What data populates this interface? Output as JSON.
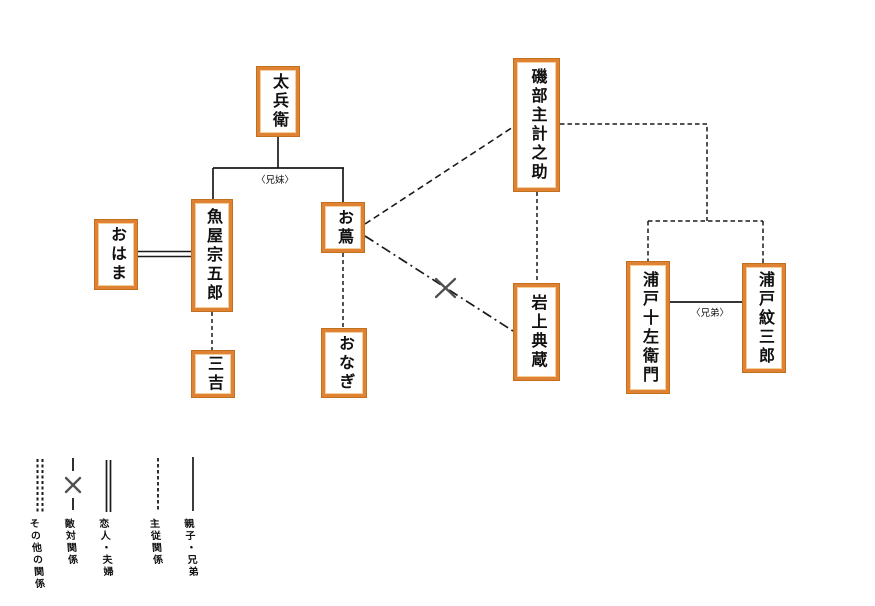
{
  "diagram": {
    "nodes": [
      {
        "name": "太兵衛"
      },
      {
        "name": "磯部主計之助"
      },
      {
        "name": "魚屋宗五郎"
      },
      {
        "name": "おはま"
      },
      {
        "name": "お蔦"
      },
      {
        "name": "三吉"
      },
      {
        "name": "おなぎ"
      },
      {
        "name": "岩上典蔵"
      },
      {
        "name": "浦戸十左衛門"
      },
      {
        "name": "浦戸紋三郎"
      }
    ],
    "edge_labels": [
      {
        "text": "〈兄妹〉"
      },
      {
        "text": "〈兄弟〉"
      }
    ],
    "relationships": [
      {
        "from": "太兵衛",
        "to": "魚屋宗五郎",
        "type": "親子・兄弟",
        "note": "〈兄妹〉"
      },
      {
        "from": "太兵衛",
        "to": "お蔦",
        "type": "親子・兄弟",
        "note": "〈兄妹〉"
      },
      {
        "from": "おはま",
        "to": "魚屋宗五郎",
        "type": "恋人・夫婦"
      },
      {
        "from": "魚屋宗五郎",
        "to": "三吉",
        "type": "主従関係"
      },
      {
        "from": "お蔦",
        "to": "おなぎ",
        "type": "主従関係"
      },
      {
        "from": "磯部主計之助",
        "to": "お蔦",
        "type": "主従関係"
      },
      {
        "from": "磯部主計之助",
        "to": "岩上典蔵",
        "type": "主従関係"
      },
      {
        "from": "磯部主計之助",
        "to": "浦戸十左衛門",
        "type": "主従関係"
      },
      {
        "from": "磯部主計之助",
        "to": "浦戸紋三郎",
        "type": "主従関係"
      },
      {
        "from": "お蔦",
        "to": "岩上典蔵",
        "type": "敵対関係"
      },
      {
        "from": "浦戸十左衛門",
        "to": "浦戸紋三郎",
        "type": "親子・兄弟",
        "note": "〈兄弟〉"
      }
    ]
  },
  "legend": {
    "items": [
      {
        "label": "その他の関係",
        "style": "double-dashed"
      },
      {
        "label": "敵対関係",
        "style": "dash-dot-with-x"
      },
      {
        "label": "恋人・夫婦",
        "style": "double-solid"
      },
      {
        "label": "主従関係",
        "style": "dashed"
      },
      {
        "label": "親子・兄弟",
        "style": "solid"
      }
    ]
  },
  "colors": {
    "box_border": "#e08234",
    "box_border_dark": "#c26f1e",
    "box_border_light": "#f5cf9b",
    "line": "#1a1a1a",
    "hostility_x": "#4f4f4f",
    "background": "#ffffff"
  }
}
